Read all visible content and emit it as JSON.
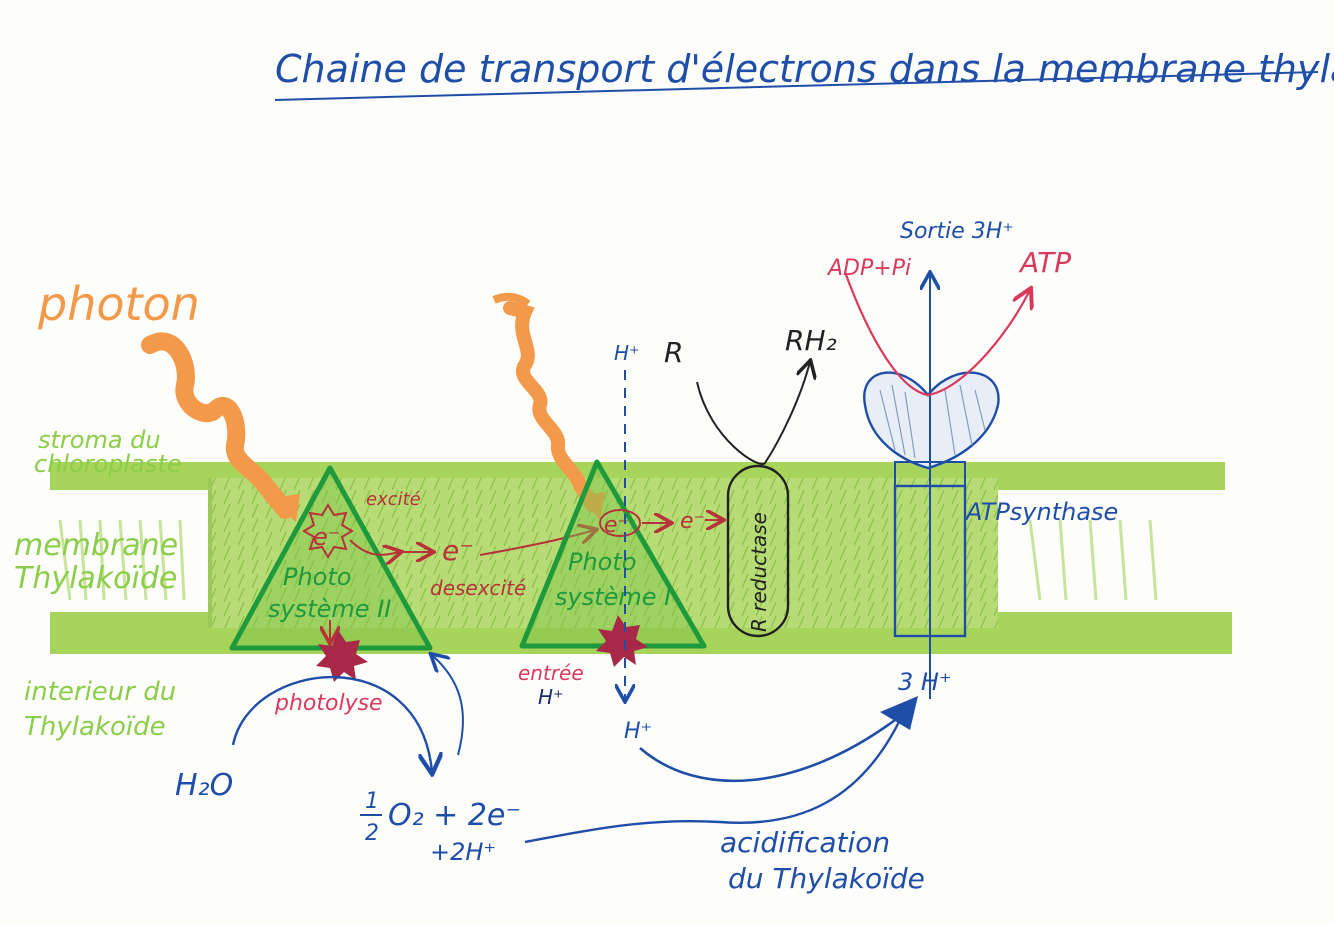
{
  "title": "Chaine de transport d'électrons dans la membrane thylakoïde",
  "labels": {
    "photon": "photon",
    "stroma_line1": "stroma du",
    "stroma_line2": "chloroplaste",
    "membrane_line1": "membrane",
    "membrane_line2": "Thylakoïde",
    "interior_line1": "interieur du",
    "interior_line2": "Thylakoïde"
  },
  "ps2": {
    "electron": "e⁻",
    "excited": "excité",
    "name_line1": "Photo",
    "name_line2": "système II",
    "photolysis": "photolyse"
  },
  "transfer": {
    "electron": "e⁻",
    "deexcited": "desexcité"
  },
  "ps1": {
    "electron": "e⁻",
    "electron_out": "e⁻",
    "name_line1": "Photo",
    "name_line2": "système I",
    "entry_line1": "entrée",
    "entry_line2": "H⁺"
  },
  "protons": {
    "top": "H⁺",
    "bottom": "H⁺"
  },
  "reductase": {
    "name": "R reductase",
    "substrate": "R",
    "product": "RH₂"
  },
  "atp_synthase": {
    "name": "ATPsynthase",
    "exit": "Sortie 3H⁺",
    "input": "ADP+Pi",
    "output": "ATP",
    "entry": "3 H⁺"
  },
  "water": {
    "h2o": "H₂O",
    "oxygen_num": "1",
    "oxygen_den": "2",
    "oxygen": "O₂ + 2e⁻",
    "protons": "+2H⁺"
  },
  "acidification_line1": "acidification",
  "acidification_line2": "du Thylakoïde",
  "colors": {
    "membrane": "#a7d45a",
    "membrane_dark": "#7fb83a",
    "photosystem": "#1e9a3c",
    "photon": "#f39a4a",
    "electron": "#b8323a",
    "blue_ink": "#1f4ea8",
    "pink": "#d93a5c",
    "label_green": "#8ccd4a",
    "star": "#a82848"
  }
}
